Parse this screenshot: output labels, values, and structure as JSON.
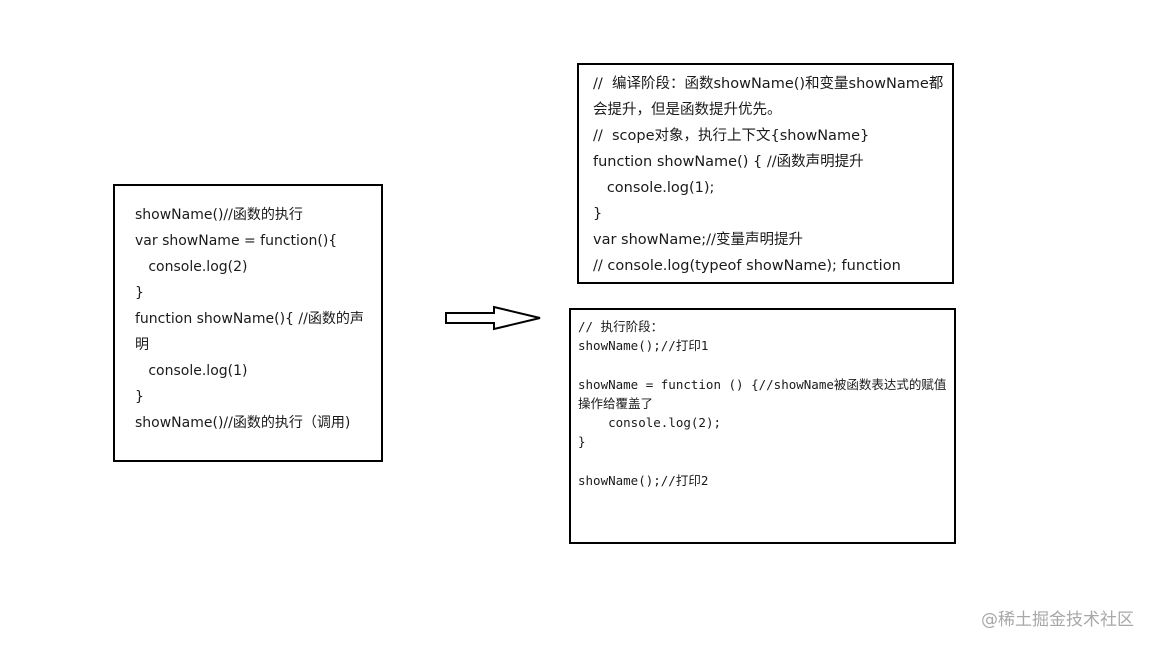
{
  "left_box": {
    "lines": [
      "showName()//函数的执行",
      "var showName = function(){",
      "   console.log(2)",
      "}",
      "function showName(){ //函数的声明",
      "   console.log(1)",
      "}",
      "showName()//函数的执行（调用)"
    ]
  },
  "top_right_box": {
    "lines": [
      "//  编译阶段：函数showName()和变量showName都会提升，但是函数提升优先。",
      "//  scope对象，执行上下文{showName}",
      "function showName() { //函数声明提升",
      "   console.log(1);",
      "}",
      "var showName;//变量声明提升",
      "// console.log(typeof showName); function"
    ]
  },
  "bottom_right_box": {
    "lines": [
      "// 执行阶段：",
      "showName();//打印1",
      "",
      "showName = function () {//showName被函数表达式的赋值操作给覆盖了",
      "    console.log(2);",
      "}",
      "",
      "showName();//打印2"
    ]
  },
  "watermark": "@稀土掘金技术社区"
}
